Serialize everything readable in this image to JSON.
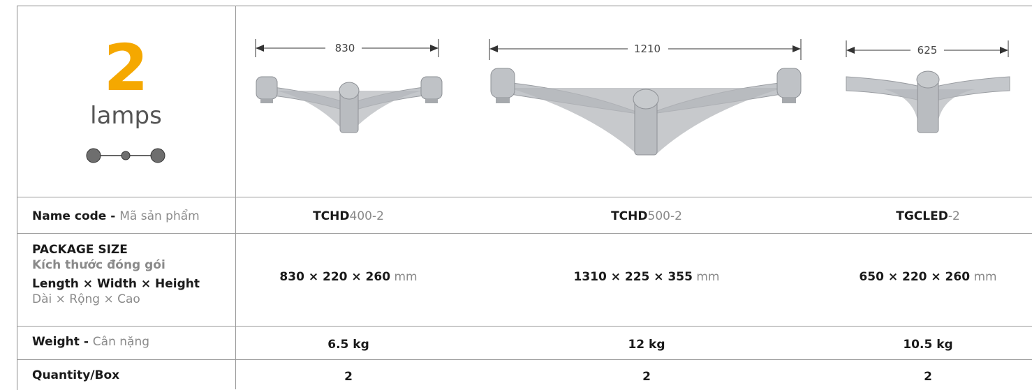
{
  "header": {
    "count": "2",
    "unit": "lamps"
  },
  "products": [
    {
      "code_bold": "TCHD",
      "code_rest": "400-2",
      "dimension": "830",
      "package_bold": "830 × 220 × 260",
      "package_unit": "mm",
      "weight": "6.5 kg",
      "quantity": "2"
    },
    {
      "code_bold": "TCHD",
      "code_rest": "500-2",
      "dimension": "1210",
      "package_bold": "1310 × 225 × 355",
      "package_unit": "mm",
      "weight": "12 kg",
      "quantity": "2"
    },
    {
      "code_bold": "TGCLED",
      "code_rest": "-2",
      "dimension": "625",
      "package_bold": "650 × 220  × 260",
      "package_unit": "mm",
      "weight": "10.5 kg",
      "quantity": "2"
    }
  ],
  "rows": {
    "name_code_en": "Name code - ",
    "name_code_vi": "Mã sản phẩm",
    "package_en": "PACKAGE SIZE",
    "package_vi": "Kích thước đóng gói",
    "lwh_en": "Length × Width × Height",
    "lwh_vi": "Dài × Rộng × Cao",
    "weight_en": "Weight - ",
    "weight_vi": "Cân nặng",
    "quantity_en": "Quantity/Box"
  },
  "colors": {
    "accent": "#f5a800",
    "grid": "#9a9a9a",
    "muted_text": "#8a8a8a",
    "lamp_metal": "#b9bcc0"
  }
}
